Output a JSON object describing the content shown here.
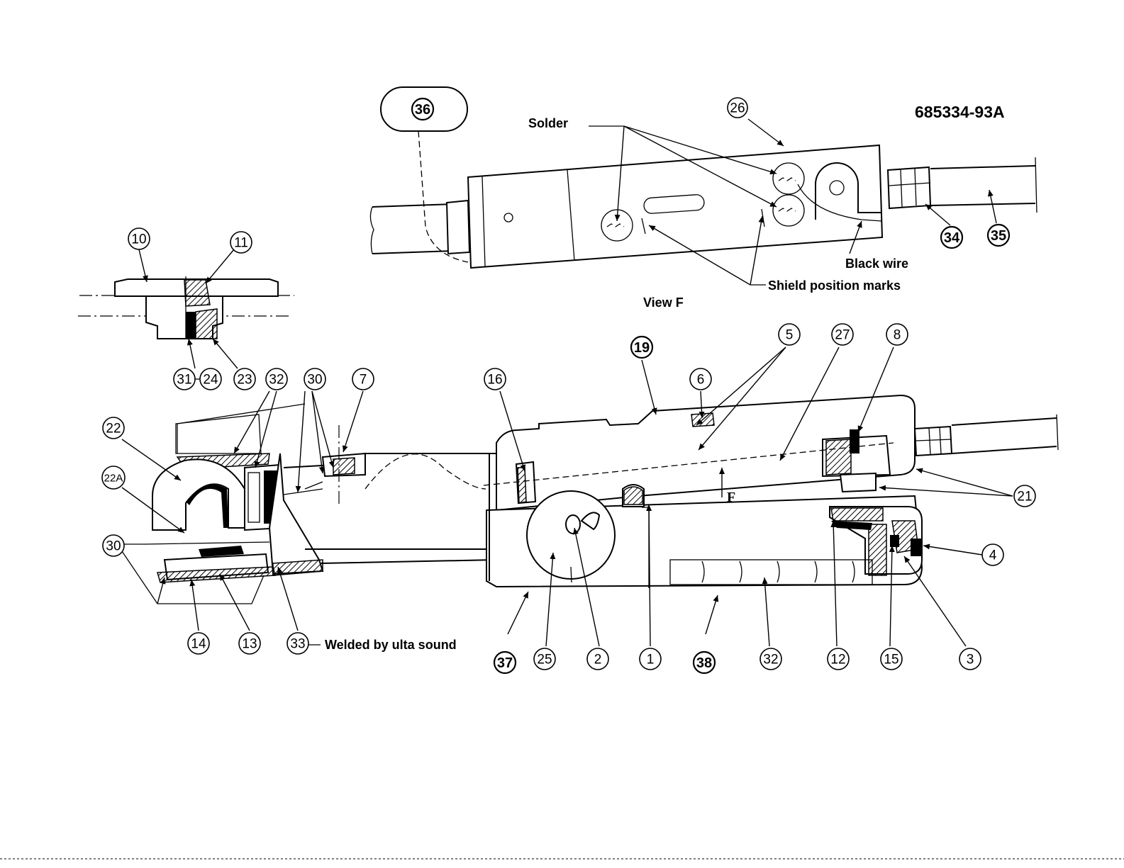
{
  "document_number": "685334-93A",
  "view_label": "View  F",
  "section_letter": "F",
  "labels": {
    "solder": "Solder",
    "black_wire": "Black wire",
    "shield_marks": "Shield position marks",
    "welded": "Welded by ulta sound"
  },
  "callouts": {
    "c1": "1",
    "c2": "2",
    "c3": "3",
    "c4": "4",
    "c5": "5",
    "c6": "6",
    "c7": "7",
    "c8": "8",
    "c10": "10",
    "c11": "11",
    "c12": "12",
    "c13": "13",
    "c14": "14",
    "c15": "15",
    "c16": "16",
    "c19": "19",
    "c21": "21",
    "c22": "22",
    "c22a": "22A",
    "c23": "23",
    "c24": "24",
    "c25": "25",
    "c26": "26",
    "c27": "27",
    "c30a": "30",
    "c30b": "30",
    "c31": "31",
    "c32a": "32",
    "c32b": "32",
    "c33": "33",
    "c34": "34",
    "c35": "35",
    "c36": "36",
    "c37": "37",
    "c38": "38"
  }
}
